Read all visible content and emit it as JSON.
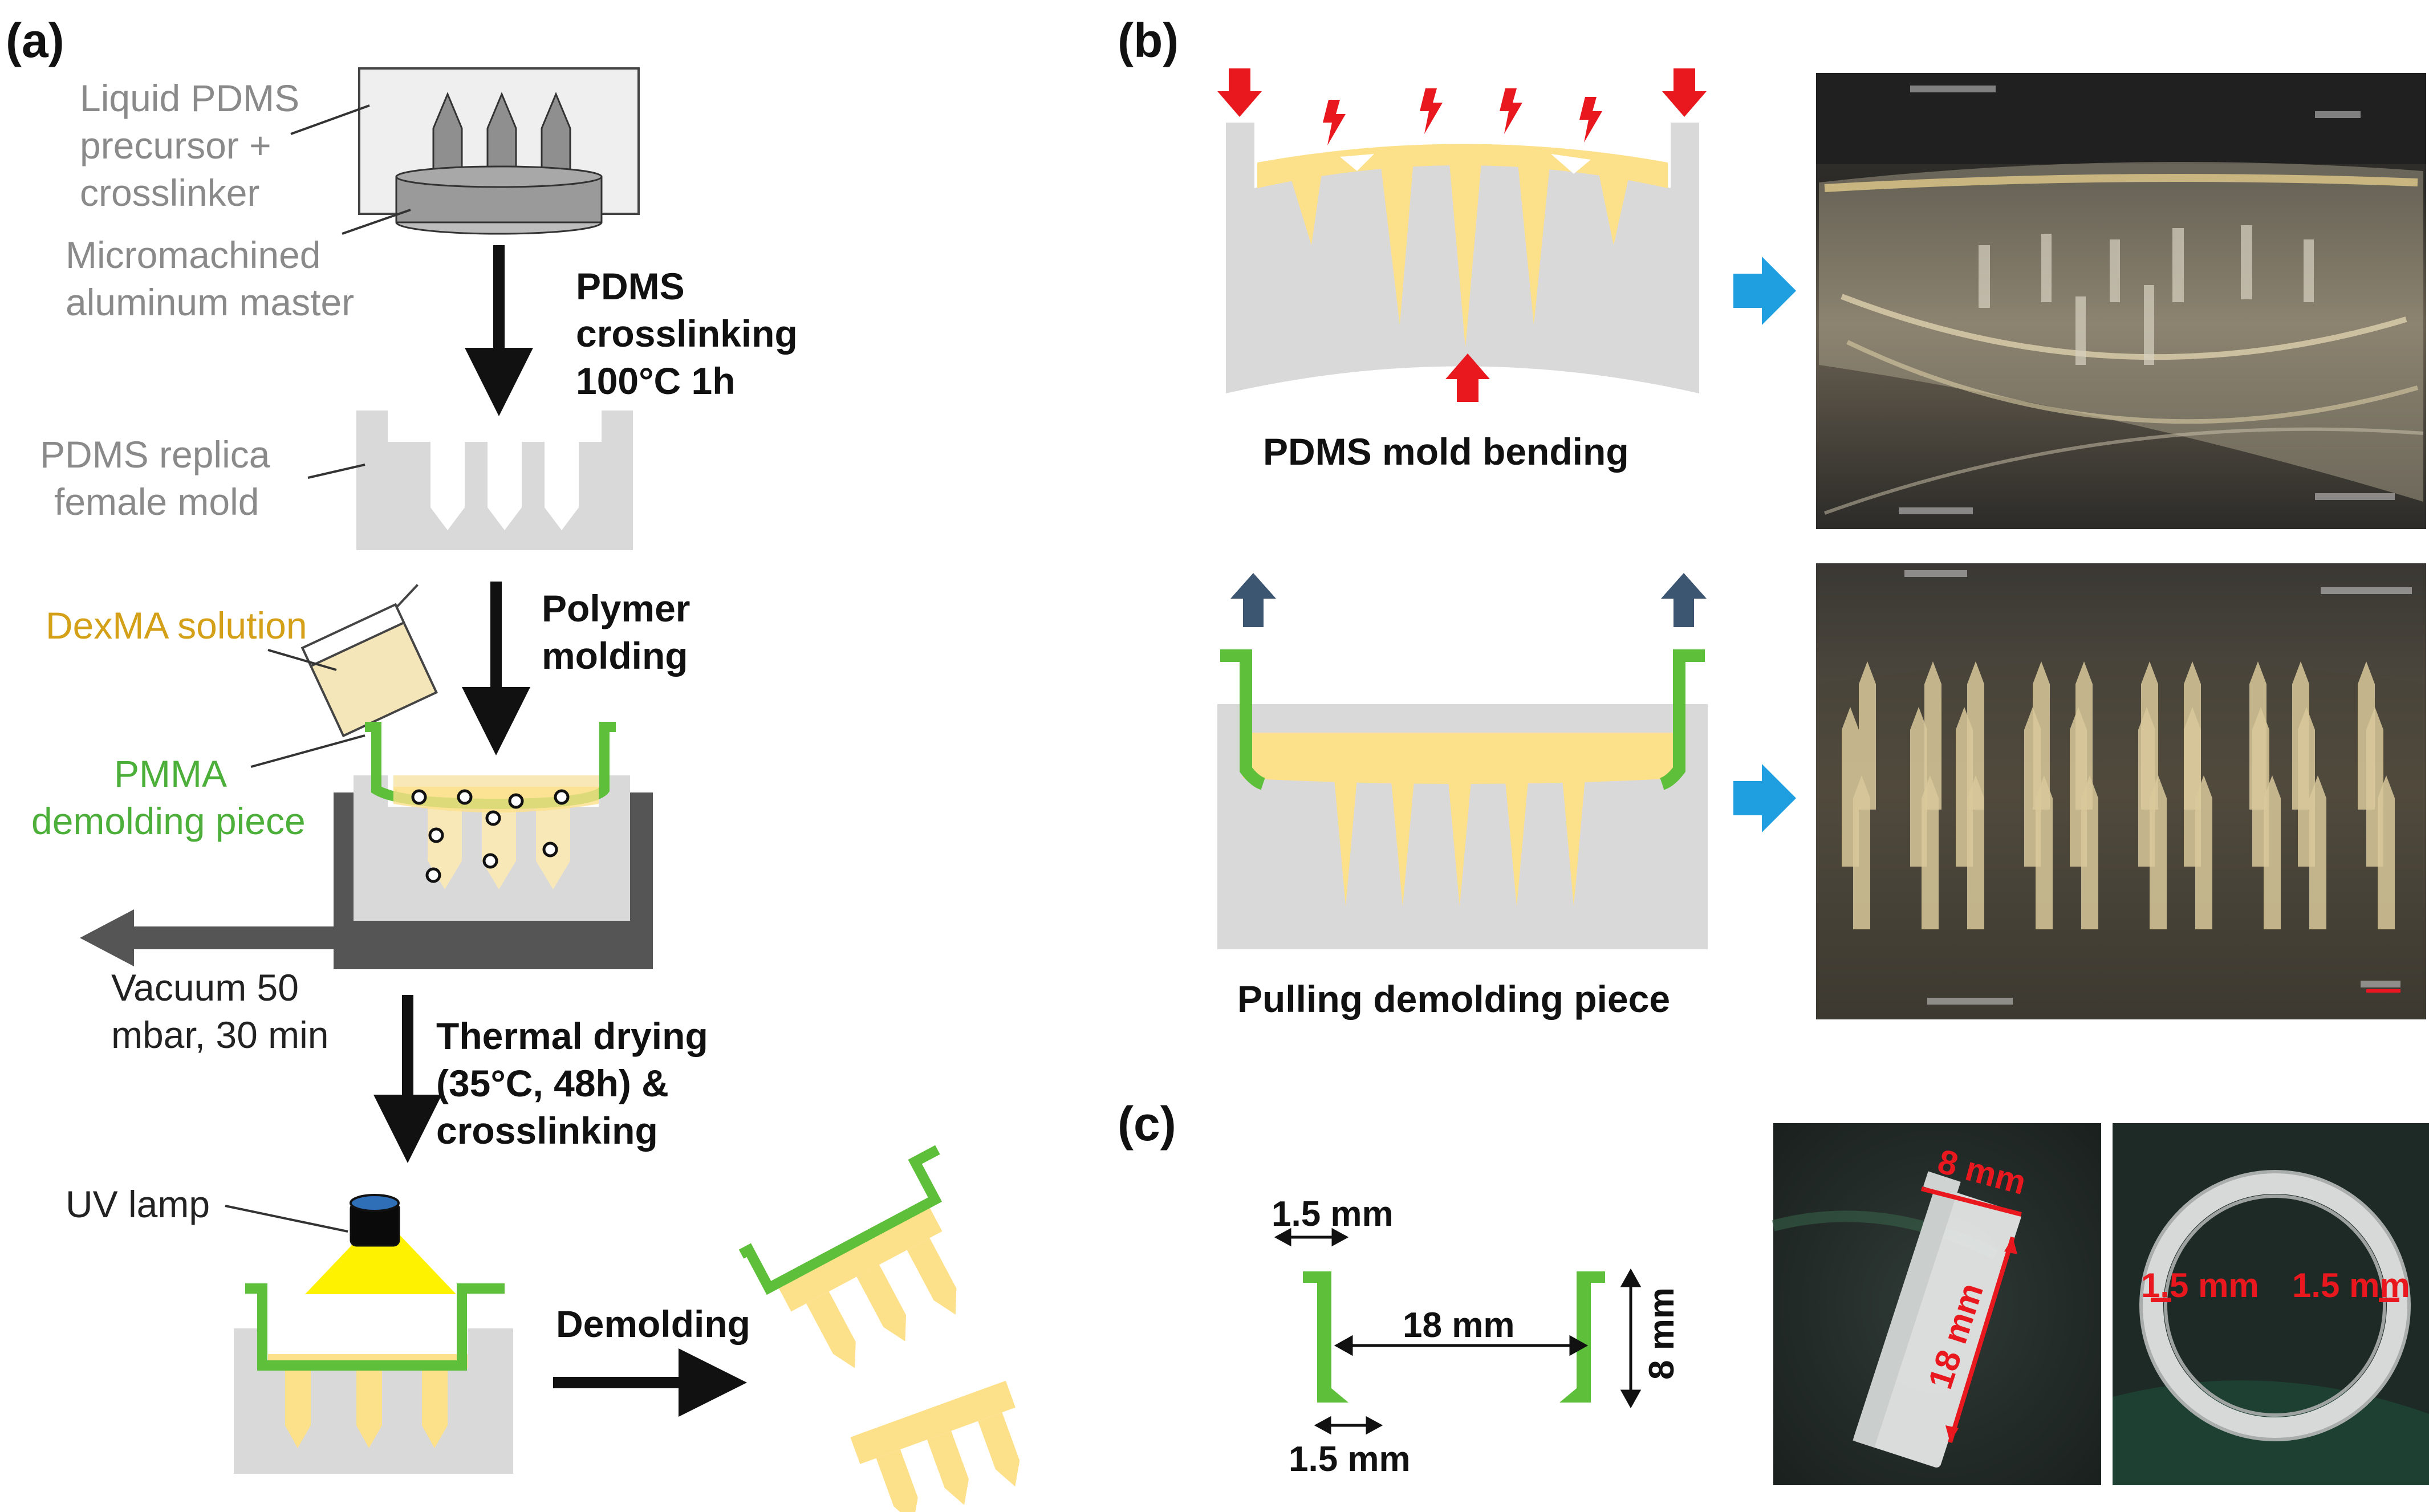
{
  "panels": {
    "a": "(a)",
    "b": "(b)",
    "c": "(c)"
  },
  "panel_a": {
    "liquid_pdms": [
      "Liquid PDMS",
      "precursor +",
      "crosslinker"
    ],
    "master": [
      "Micromachined",
      "aluminum master"
    ],
    "step1": [
      "PDMS",
      "crosslinking",
      "100°C 1h"
    ],
    "replica": [
      "PDMS replica",
      "female mold"
    ],
    "dexma": "DexMA solution",
    "step2": [
      "Polymer",
      "molding"
    ],
    "pmma": [
      "PMMA",
      "demolding piece"
    ],
    "vacuum": [
      "Vacuum 50",
      "mbar, 30 min"
    ],
    "step3": [
      "Thermal drying",
      "(35°C, 48h) &",
      "crosslinking"
    ],
    "uv_lamp": "UV lamp",
    "demolding": "Demolding"
  },
  "panel_b": {
    "bending_caption": "PDMS mold bending",
    "pulling_caption": "Pulling demolding piece"
  },
  "panel_c": {
    "dim_wall_top": "1.5 mm",
    "dim_width": "18 mm",
    "dim_height": "8 mm",
    "dim_wall_bottom": "1.5 mm",
    "photo_height": "8 mm",
    "photo_length": "18 mm",
    "photo_wall_left": "1.5 mm",
    "photo_wall_right": "1.5 mm"
  },
  "colors": {
    "pdms": "#d9d9d9",
    "dexma": "#fde08a",
    "pmma": "#5ec03a",
    "arrow_blue": "#1f9ee0",
    "arrow_navy": "#3c5570",
    "arrow_red": "#e8181e"
  }
}
